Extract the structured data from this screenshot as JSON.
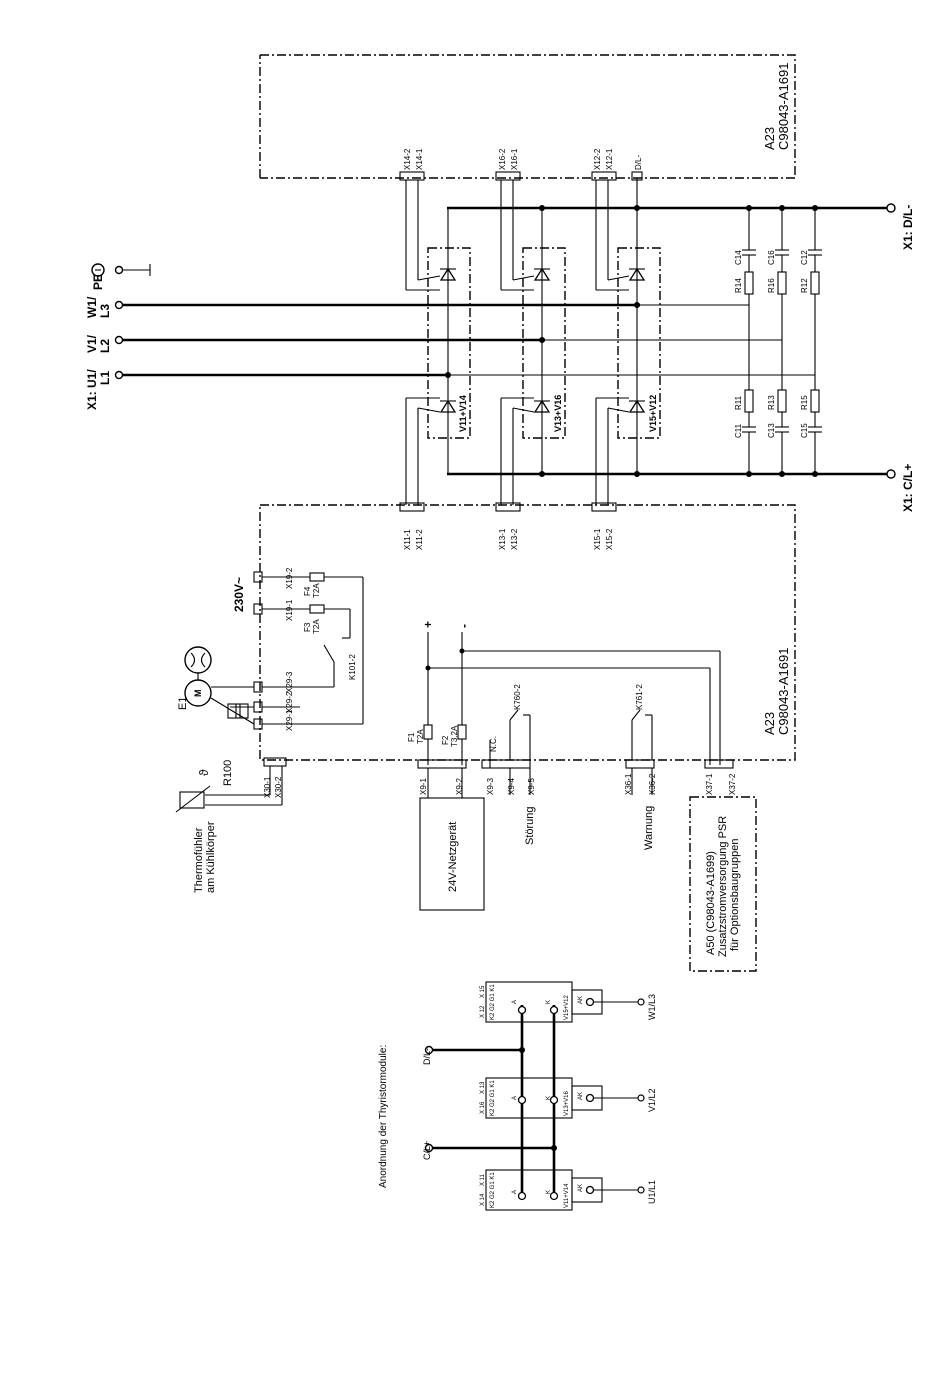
{
  "board_top": {
    "id": "A23",
    "part": "C98043-A1691"
  },
  "board_bottom": {
    "id": "A23",
    "part": "C98043-A1691"
  },
  "terminals": {
    "d_minus": "X1: D/L-",
    "c_plus": "X1: C/L+",
    "u1": "X1: U1/\nL1",
    "v1": "V1/\nL2",
    "w1": "W1/\nL3",
    "pe": "PE"
  },
  "connectors_top": [
    "X14-2",
    "X14-1",
    "X16-2",
    "X16-1",
    "X12-2",
    "X12-1",
    "D/L-"
  ],
  "connectors_bottom": [
    "X11-1",
    "X11-2",
    "X13-1",
    "X13-2",
    "X15-1",
    "X15-2"
  ],
  "thyristor_modules": [
    "V11+V14",
    "V13+V16",
    "V15+V12"
  ],
  "rc_top": {
    "caps": [
      "C14",
      "C16",
      "C12"
    ],
    "res": [
      "R14",
      "R16",
      "R12"
    ]
  },
  "rc_bottom": {
    "caps": [
      "C11",
      "C13",
      "C15"
    ],
    "res": [
      "R11",
      "R13",
      "R15"
    ]
  },
  "supply": {
    "voltage": "230V~",
    "fuse_f4": "F4\nT2A",
    "fuse_f3": "F3\nT2A",
    "x19_2": "X19-2",
    "x19_1": "X19-1",
    "relay_k101": "K101-2",
    "fan": "E1",
    "fan_motor": "M",
    "x29": [
      "X29-3",
      "X29-2",
      "X29-1"
    ],
    "x30": [
      "X30-1",
      "X30-2"
    ],
    "thermistor": "R100",
    "theta": "ϑ",
    "thermo_label": "Thermofühler\nam Kühlkörper"
  },
  "dc_supply": {
    "plus": "+",
    "minus": "-",
    "fuse_f1": "F1\nT2A",
    "fuse_f2": "F2\nT3.2A",
    "x9": [
      "X9-1",
      "X9-2",
      "X9-3",
      "X9-4",
      "X9-5"
    ],
    "nc": "N.C.",
    "psu": "24V-Netzgerät",
    "relay_k760": "K760-2",
    "relay_k761": "K761-2",
    "x36": [
      "X36-1",
      "X36-2"
    ],
    "x37": [
      "X37-1",
      "X37-2"
    ],
    "stoerung": "Störung",
    "warnung": "Warnung",
    "a50": "A50 (C98043-A1699)\nZusatzstromversorgung PSR\nfür Optionsbaugruppen"
  },
  "arrangement": {
    "title": "Anordnung der Thyristormodule:",
    "modules": [
      "V11+V14",
      "V13+V16",
      "V15+V12"
    ],
    "outputs": [
      "U1/L1",
      "V1/L2",
      "W1/L3"
    ],
    "d_label": "D/L-",
    "c_label": "C/L+",
    "pins": "K2 G2 G1 K1",
    "x_left": [
      "X 14",
      "X 16",
      "X 12"
    ],
    "x_right": [
      "X 11",
      "X 13",
      "X 15"
    ],
    "ak": "AK",
    "a": "A",
    "k": "K"
  }
}
